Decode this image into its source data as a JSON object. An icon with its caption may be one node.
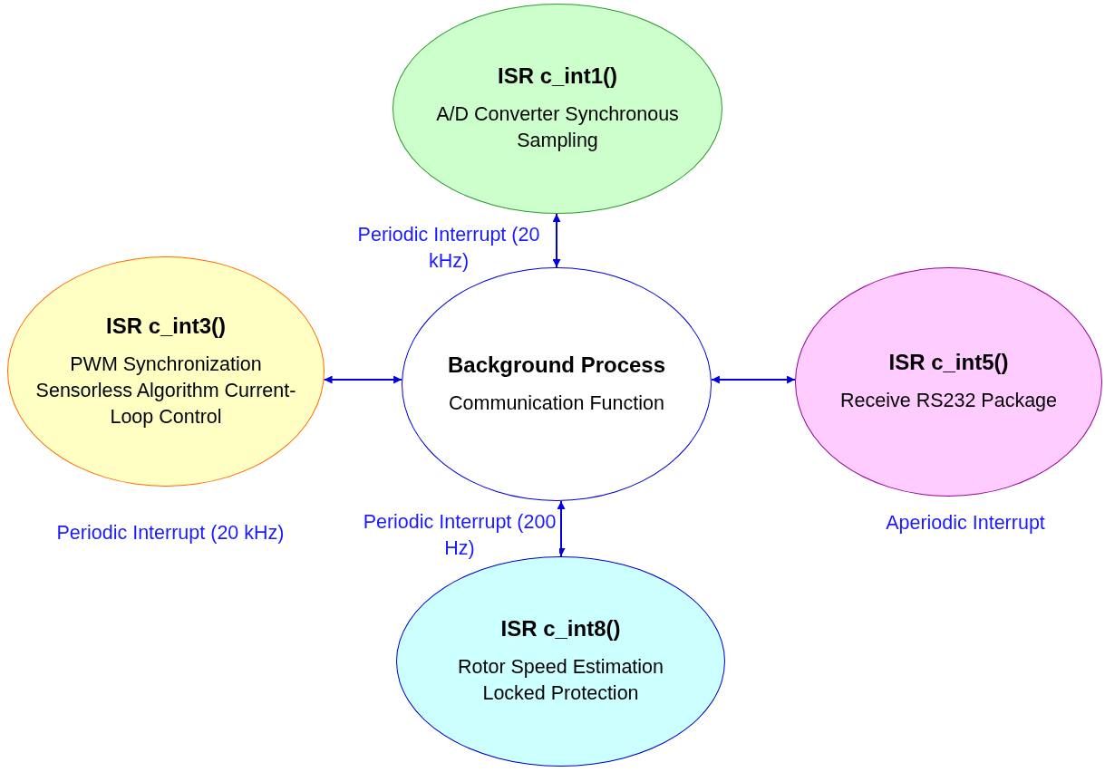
{
  "diagram": {
    "nodes": [
      {
        "text": [
          "ISR c_int1()",
          "A/D Converter Synchronous Sampling"
        ]
      },
      {
        "text": [
          "ISR c_int3()",
          "PWM Synchronization Sensorless Algorithm Current-Loop Control"
        ],
        "beside": [
          "Periodic Interrupt (20 kHz)"
        ]
      },
      {
        "text": [
          "Background Process",
          "Communication Function"
        ]
      },
      {
        "text": [
          "ISR c_int5()",
          "Receive RS232 Package"
        ],
        "beside": [
          "Aperiodic Interrupt"
        ]
      },
      {
        "text": [
          "ISR c_int8()",
          "Rotor Speed Estimation Locked Protection"
        ]
      }
    ],
    "edges": [
      {
        "from": 2,
        "to": 0,
        "arrow": "both",
        "label": "Periodic Interrupt (20 kHz)"
      },
      {
        "from": 2,
        "to": 1,
        "arrow": "both"
      },
      {
        "from": 2,
        "to": 3,
        "arrow": "both"
      },
      {
        "from": 2,
        "to": 4,
        "arrow": "both",
        "label": "Periodic Interrupt (200 Hz)"
      }
    ]
  }
}
